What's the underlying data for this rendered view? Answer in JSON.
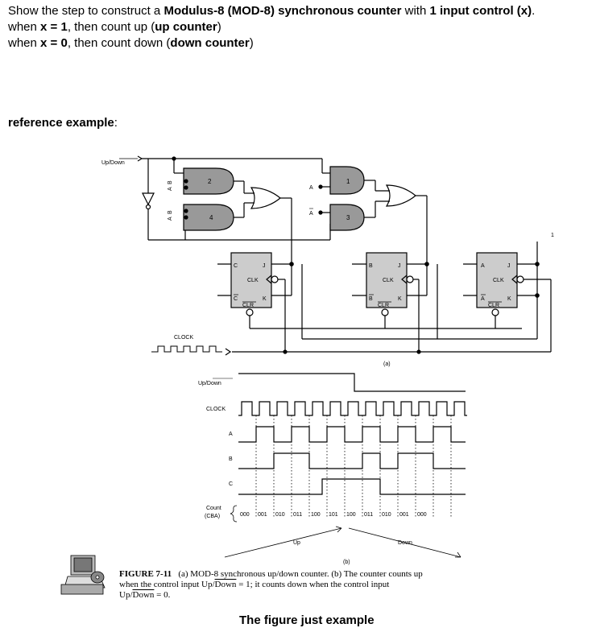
{
  "question": {
    "l1_a": "Show the step to construct a ",
    "l1_b": "Modulus-8 (MOD-8) synchronous counter",
    "l1_c": " with ",
    "l1_d": "1 input control (x)",
    "l1_e": ".",
    "l2_a": "when ",
    "l2_b": "x = 1",
    "l2_c": ", then count up (",
    "l2_d": "up counter",
    "l2_e": ")",
    "l3_a": "when ",
    "l3_b": "x = 0",
    "l3_c": ", then count down (",
    "l3_d": "down counter",
    "l3_e": ")"
  },
  "reference": {
    "label": "reference example",
    "colon": ":"
  },
  "circuit": {
    "updown": "Up/Down",
    "gates": [
      "2",
      "4",
      "1",
      "3"
    ],
    "in_B": "B",
    "in_A": "A",
    "in_Bbar": "B",
    "in_Abar": "A",
    "in_A2": "A",
    "in_Abar2": "A",
    "one": "1",
    "ff": [
      {
        "q": "C",
        "qbar": "C",
        "j": "J",
        "k": "K",
        "clk": "CLK",
        "clr": "CLR"
      },
      {
        "q": "B",
        "qbar": "B",
        "j": "J",
        "k": "K",
        "clk": "CLK",
        "clr": "CLR"
      },
      {
        "q": "A",
        "qbar": "A",
        "j": "J",
        "k": "K",
        "clk": "CLK",
        "clr": "CLR"
      }
    ],
    "clock": "CLOCK",
    "part_a": "(a)"
  },
  "timing": {
    "updown": "Up/Down",
    "clock": "CLOCK",
    "A": "A",
    "B": "B",
    "C": "C",
    "count1": "Count",
    "count2": "(CBA)",
    "counts": [
      "000",
      "001",
      "010",
      "011",
      "100",
      "101",
      "100",
      "011",
      "010",
      "001",
      "000"
    ],
    "up": "Up",
    "down": "Down",
    "part_b": "(b)"
  },
  "caption": {
    "fig": "FIGURE 7-11",
    "text1": "(a) MOD-8 synchronous up/down counter. (b) The counter counts up",
    "text2": "when the control input Up/",
    "text2b": "Down",
    "text2c": " = 1; it counts down when the control input",
    "text3": "Up/",
    "text3b": "Down",
    "text3c": " = 0."
  },
  "footer": "The figure just example"
}
